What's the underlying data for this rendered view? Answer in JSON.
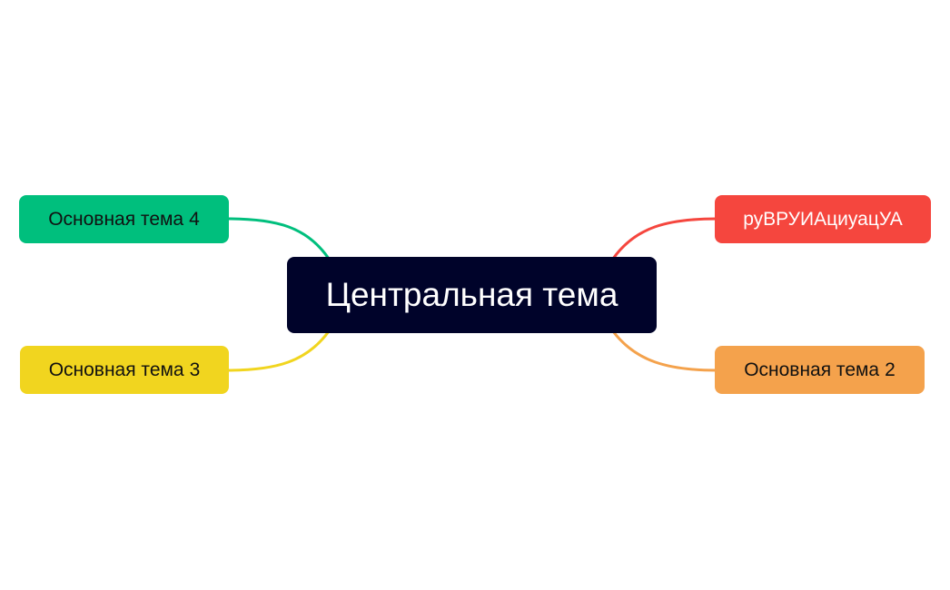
{
  "central_topic": {
    "label": "Центральная тема",
    "color": "#00032a"
  },
  "main_topics": [
    {
      "label": "руВРУИАциуацУА",
      "number": "",
      "color": "#f5463e",
      "side": "right"
    },
    {
      "label": "Основная тема",
      "number": "2",
      "color": "#f4a24c",
      "side": "right"
    },
    {
      "label": "Основная тема",
      "number": "3",
      "color": "#f1d51f",
      "side": "left"
    },
    {
      "label": "Основная тема",
      "number": "4",
      "color": "#00bf7d",
      "side": "left"
    }
  ]
}
